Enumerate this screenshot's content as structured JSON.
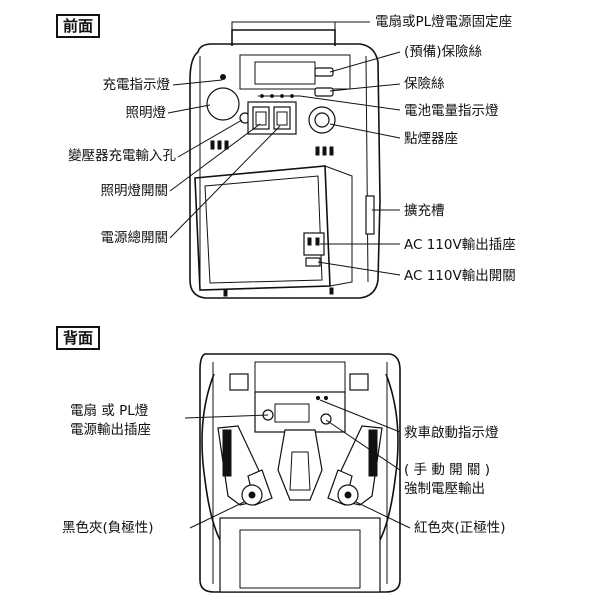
{
  "front": {
    "title": "前面",
    "labels": {
      "fan_pl_socket_holder": "電扇或PL燈電源固定座",
      "spare_fuse": "(預備)保險絲",
      "fuse": "保險絲",
      "charge_indicator": "充電指示燈",
      "battery_level_indicator": "電池電量指示燈",
      "light": "照明燈",
      "cigarette_socket": "點煙器座",
      "adapter_charge_input": "變壓器充電輸入孔",
      "light_switch": "照明燈開關",
      "expansion_slot": "擴充槽",
      "main_power_switch": "電源總開關",
      "ac_outlet": "AC 110V輸出插座",
      "ac_output_switch": "AC 110V輸出開關"
    }
  },
  "back": {
    "title": "背面",
    "labels": {
      "fan_pl_outlet_line1": "電扇 或 PL燈",
      "fan_pl_outlet_line2": "電源輸出插座",
      "jump_start_indicator": "救車啟動指示燈",
      "manual_switch_line1": "( 手 動 開 關 )",
      "manual_switch_line2": "強制電壓輸出",
      "black_clamp": "黑色夾(負極性)",
      "red_clamp": "紅色夾(正極性)"
    }
  }
}
